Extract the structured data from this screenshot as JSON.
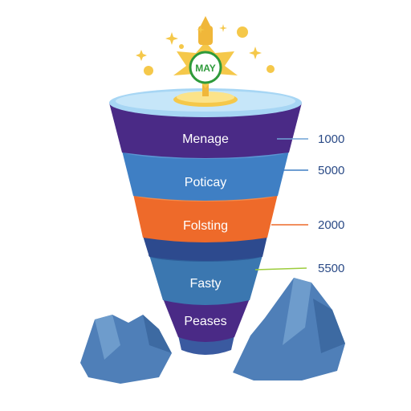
{
  "badge": {
    "text": "MAY"
  },
  "funnel": {
    "stages": [
      {
        "label": "Menage",
        "value": "1000",
        "color": "#4a2a86",
        "connector": "#6fa3d6"
      },
      {
        "label": "Poticay",
        "value": "5000",
        "color": "#3f7fc4",
        "connector": "#3f7fc4"
      },
      {
        "label": "Folsting",
        "value": "2000",
        "color": "#ee6a2a",
        "connector": "#ee6a2a"
      },
      {
        "label": "Fasty",
        "value": "5500",
        "color": "#3b77b0",
        "connector": "#9ccc3c"
      },
      {
        "label": "Peases",
        "value": "",
        "color": "#4a2a86",
        "connector": ""
      }
    ]
  },
  "colors": {
    "rim": "#a7d6f4",
    "gold": "#f5c84a",
    "mountain": "#4f7fb8",
    "value_text": "#2a4a86"
  }
}
